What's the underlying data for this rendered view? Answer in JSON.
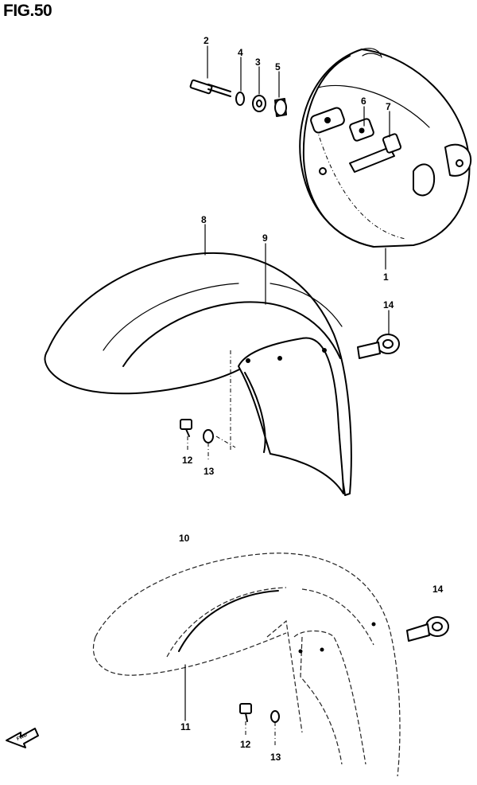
{
  "figure": {
    "title": "FIG.50",
    "fwd_marker": "FWD"
  },
  "callouts": [
    {
      "id": "c1",
      "label": "1"
    },
    {
      "id": "c2",
      "label": "2"
    },
    {
      "id": "c3",
      "label": "3"
    },
    {
      "id": "c4",
      "label": "4"
    },
    {
      "id": "c5",
      "label": "5"
    },
    {
      "id": "c6",
      "label": "6"
    },
    {
      "id": "c7",
      "label": "7"
    },
    {
      "id": "c8",
      "label": "8"
    },
    {
      "id": "c9",
      "label": "9"
    },
    {
      "id": "c10",
      "label": "10"
    },
    {
      "id": "c11",
      "label": "11"
    },
    {
      "id": "c12a",
      "label": "12"
    },
    {
      "id": "c13a",
      "label": "13"
    },
    {
      "id": "c14a",
      "label": "14"
    },
    {
      "id": "c12b",
      "label": "12"
    },
    {
      "id": "c13b",
      "label": "13"
    },
    {
      "id": "c14b",
      "label": "14"
    }
  ]
}
